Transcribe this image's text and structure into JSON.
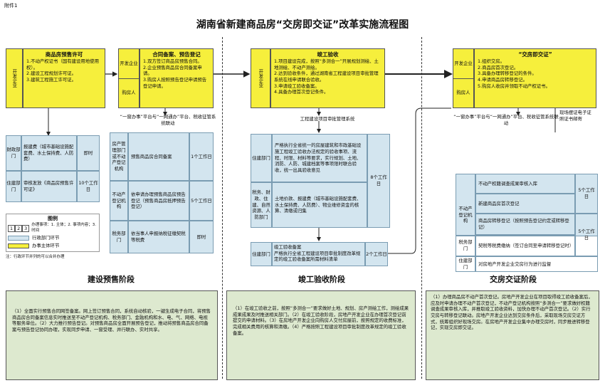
{
  "annex": "附件1",
  "title": "湖南省新建商品房“交房即交证”改革实施流程图",
  "stage1": {
    "dev_label": "开发企业",
    "dev_box": {
      "title": "商品房预售许可",
      "items": [
        "1.不动产权证书（国有建设用地使用权）。",
        "2.建设工程规划许可证。",
        "3.建筑工程施工许可证。"
      ]
    },
    "devbuyer_labels": [
      "开发企业",
      "购房人"
    ],
    "filing_box": {
      "title": "合同备案、预告登记",
      "items": [
        "1.双方签订商品房预售合同。",
        "2.企业预售商品房合同备案申请。",
        "3.购房人按照预告登记申请预告登记申请。"
      ]
    },
    "platform_note": "“一窗办事”平台与“一网通办”平台、税收征管系统联动",
    "depts": [
      {
        "dept": "财政部门",
        "task": "报建费（城市基础设施配套费、水土保持费、人防费）",
        "time": "即时"
      },
      {
        "dept": "住建部门",
        "task": "审核发放《商品房预售许可证》",
        "time": "10个工作日"
      }
    ],
    "filing_depts": [
      {
        "dept": "房产管理部门或不动产登记机构",
        "task": "预售商品房合同备案",
        "time": "1个工作日"
      },
      {
        "dept": "不动产登记机构",
        "task": "依申请办理预售商品房预告登记（预售商品房抵押预告登记）",
        "time": "5个工作日"
      },
      {
        "dept": "税务部门",
        "task": "依当事人申报纳税征缴契税等税费",
        "time": "即时"
      }
    ],
    "legend": {
      "title": "图例",
      "nums": [
        "1",
        "2",
        "3"
      ],
      "num_text": "办理事项：1. 主体；2. 事项内容；3. 时间",
      "blue_text": "行政部门环节",
      "yellow_text": "办事主体环节",
      "note": "注：行政环节并列的可以合并办理"
    },
    "stage_name": "建设预售阶段",
    "notes": "（1）全面实行预售合同网签备案。网上签订预售合同，系统自动核验，一键生成电子合同，将预售商品房合同备案信息实时推送至不动产登记机构、税务部门、金融机构和水、电、气、网络、电视等服务单位。（2）大力推行预告登记。对预售商品房全面开展预告登记，推动将预售商品房合同备案与预告登记协同办理，实现同步申请、一窗受理、并行联办、实时共享。"
  },
  "stage2": {
    "dev_label": "开发企业",
    "box": {
      "title": "竣工验收",
      "items": [
        "1.项目建设完成，按照“多测合一”开展规划测绘、土地测绘、不动产测绘。",
        "2.达到验收条件，通过湖南省工程建设项目审批管理系统在线申请联合验收。",
        "3.申请竣工验收备案。",
        "4.具备办理首次登记条件。"
      ]
    },
    "system_note": "工程建设项目审批管理系统",
    "rows": [
      {
        "dept": "住建部门",
        "task": "严格执行全省统一的房屋建筑和市政基础设施工程竣工验收办法规定的验收事项、流程、时限、材料等要求，实行规划、土地、消防、人防、城建档案等事项限时联合验收，统一出具验收意见"
      },
      {
        "dept": "税务、财政、住建、自然资源、人防部门",
        "task": "土地价款、报建费（城市基础设施配套费、水土保持费、人防费）、物业维修资金的核算、清缴或归集"
      }
    ],
    "rows_time": "8个工作日",
    "filing": {
      "dept": "住建部门",
      "task_title": "竣工验收备案",
      "task": "严格执行全省工程建设项目审批制度改革规定的竣工验收备案所需材料清单",
      "time": "2个工作日"
    },
    "stage_name": "竣工验收阶段",
    "notes": "（1）在竣工验收之前，按照“多测合一”要求做好土地、规划、房产测绘工作，测绘成果成果成果及时推送相关部门。（2）在竣工验收阶段，房地产开发企业在办理首次登记前提交的申请材料。（3）在房地产开发企业向购房人交付房屋前，按照规定的收费标准，完成相关费用的核算和清缴。（4）严格按照工程建设项目审批制度改革规定的竣工验收备案。"
  },
  "stage3": {
    "devbuyer_labels": [
      "开发企业",
      "购房人"
    ],
    "box": {
      "title": "“交房即交证”",
      "items": [
        "1.组织交房。",
        "2.商品房首次登记。",
        "3.具备办理转移登记的条件。",
        "4.申请商品房转移登记。",
        "5.购房人收房并领取不动产权证书。"
      ]
    },
    "side_note": "现场摆证电子证照证书邮寄",
    "platform_note": "“一窗办事”平台与“一网通办”平台、税收征管系统联动",
    "dept1": {
      "dept": "不动产登记机构",
      "tasks": [
        "不动产权籍调查成果审核入库",
        "新建商品房首次登记",
        "商品房转移登记（按照预告登记约定或转移登记）"
      ],
      "time1": "5个工作日",
      "time2": "5个工作日"
    },
    "dept2": {
      "dept": "税务部门",
      "task": "契税等税费缴纳（签订合同至申请转移登记时）"
    },
    "dept3": {
      "dept": "住建部门",
      "task": "对房地产开发企业交房行为进行监督"
    },
    "stage_name": "交房交证阶段",
    "notes": "（1）办理商品房不动产首次登记。房地产开发企业在项目取得竣工验收备案后，应及时申请办理不动产首次登记，不动产登记机构按照“多测合一”要求做好权籍调查成果审核入库，并推取竣工验收资料，加快办理不动产首次登记。（2）实行交房与转移登记联动。房地产开发企业达到交房条件后，采取现场交房交证方式，统筹组织好现场交房。在房地产开发企业集中办理交房时，同步推进转移登记，实现交房即交证。"
  }
}
